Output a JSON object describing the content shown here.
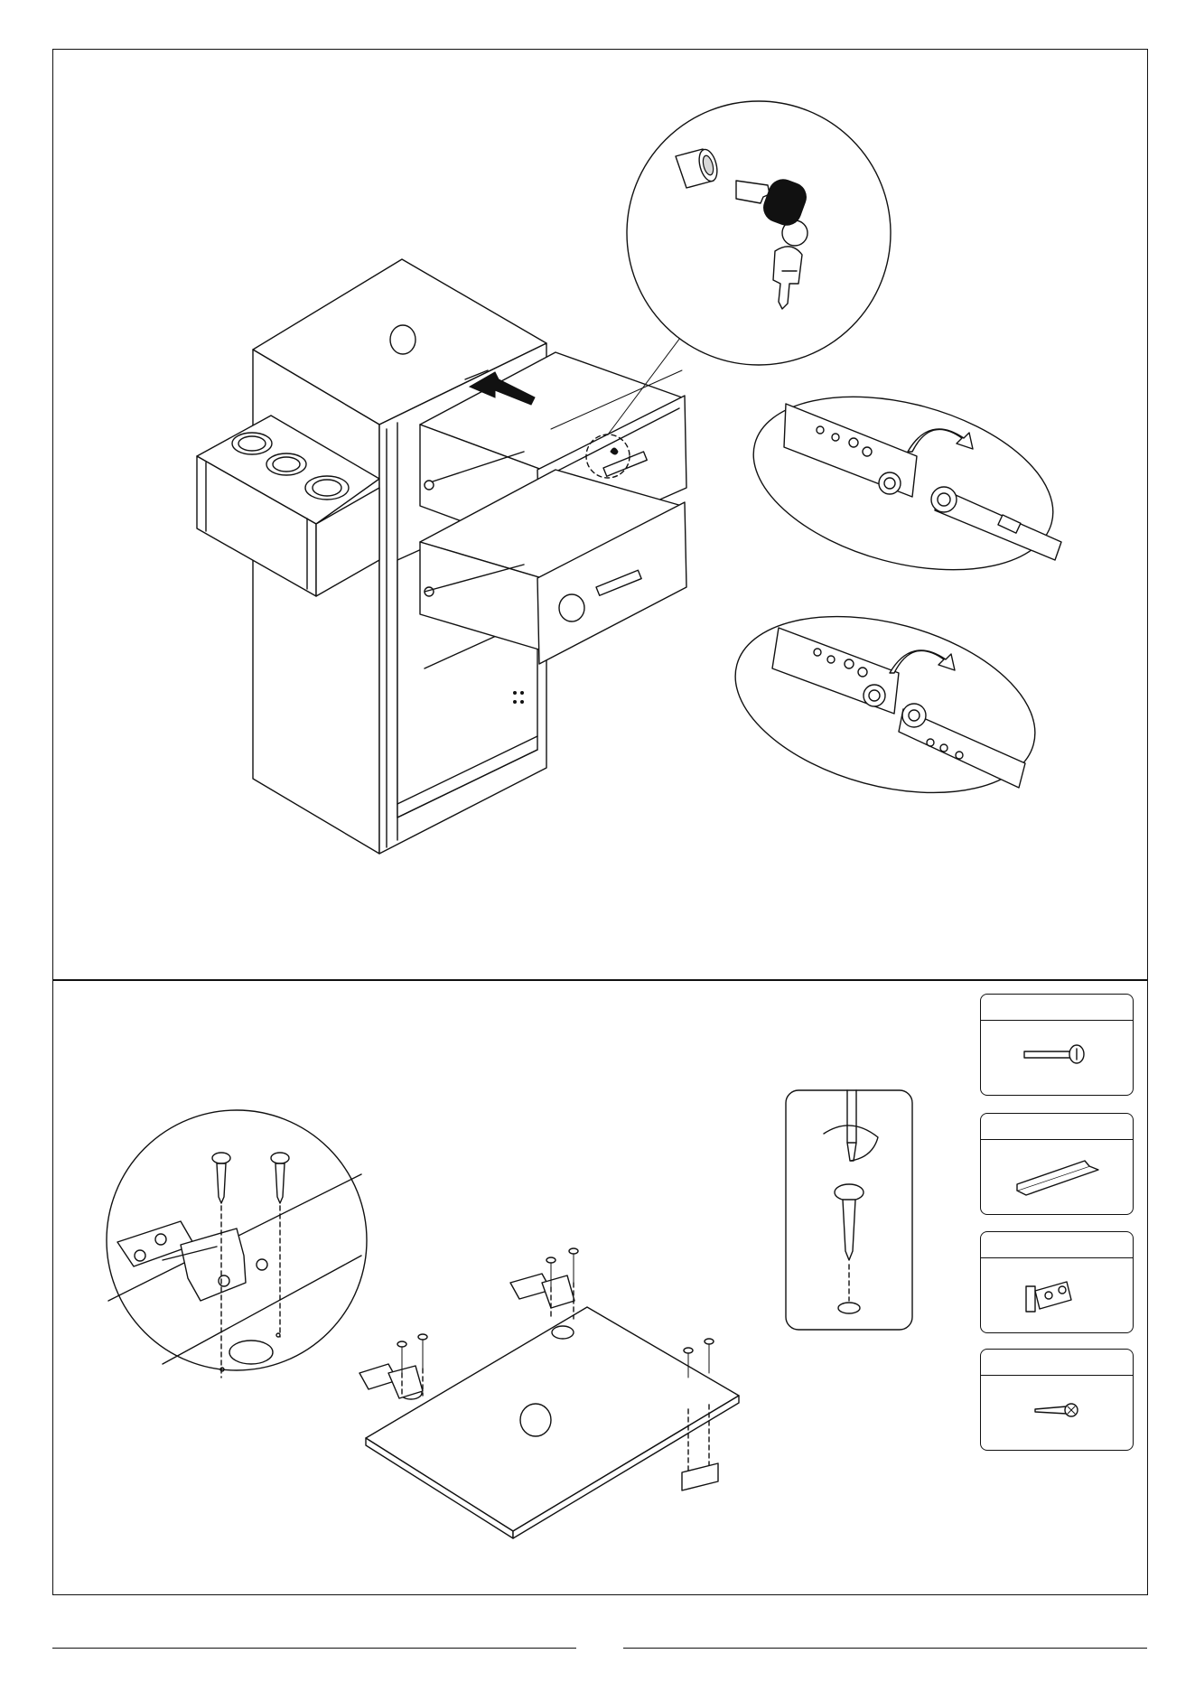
{
  "page": {
    "background": "#ffffff",
    "line_color": "#111111"
  },
  "panels": [
    {
      "id": "top",
      "content": "drawer-and-lock-installation"
    },
    {
      "id": "bottom",
      "content": "door-hinge-installation"
    }
  ],
  "callouts": {
    "lock_and_key": {
      "icons": [
        "lock-cylinder-icon",
        "key-icon"
      ]
    },
    "slide_detail_1": {
      "icons": [
        "drawer-slide-icon",
        "curved-arrow-icon"
      ]
    },
    "slide_detail_2": {
      "icons": [
        "drawer-slide-icon",
        "curved-arrow-icon"
      ]
    },
    "hinge_detail": {
      "icons": [
        "hinge-icon",
        "wood-screw-icon"
      ]
    },
    "screwdriver_detail": {
      "icons": [
        "screwdriver-icon",
        "screw-icon"
      ]
    }
  },
  "parts_list": [
    {
      "icon": "machine-screw-icon"
    },
    {
      "icon": "handle-icon"
    },
    {
      "icon": "hinge-icon"
    },
    {
      "icon": "wood-screw-icon"
    }
  ]
}
